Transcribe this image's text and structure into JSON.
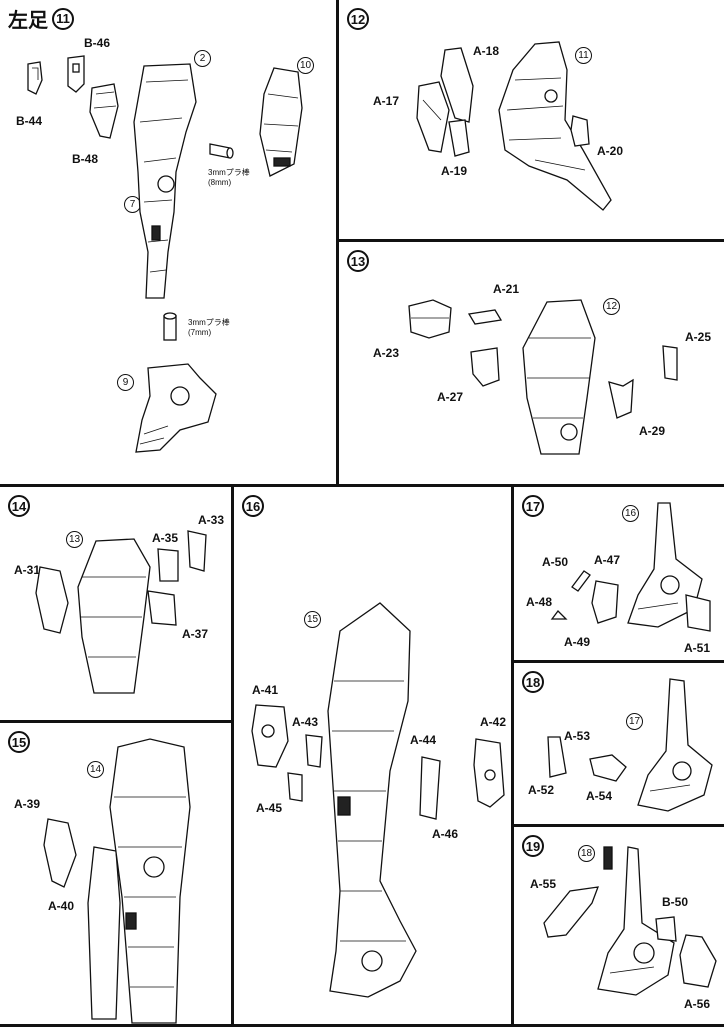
{
  "title": {
    "text": "左足",
    "step": "11"
  },
  "panel11": {
    "parts": [
      "B-46",
      "B-44",
      "B-48"
    ],
    "refs": [
      "2",
      "10",
      "7",
      "9"
    ],
    "rod1": "3mmプラ棒\n(8mm)",
    "rod2": "3mmプラ棒\n(7mm)"
  },
  "panel12": {
    "step": "12",
    "ref": "11",
    "parts": [
      "A-18",
      "A-17",
      "A-19",
      "A-20"
    ]
  },
  "panel13": {
    "step": "13",
    "ref": "12",
    "parts": [
      "A-21",
      "A-23",
      "A-27",
      "A-25",
      "A-29"
    ]
  },
  "panel14": {
    "step": "14",
    "ref": "13",
    "parts": [
      "A-33",
      "A-35",
      "A-31",
      "A-37"
    ]
  },
  "panel15": {
    "step": "15",
    "ref": "14",
    "parts": [
      "A-39",
      "A-40"
    ]
  },
  "panel16": {
    "step": "16",
    "ref": "15",
    "parts": [
      "A-41",
      "A-43",
      "A-45",
      "A-44",
      "A-42",
      "A-46"
    ]
  },
  "panel17": {
    "step": "17",
    "ref": "16",
    "parts": [
      "A-50",
      "A-47",
      "A-48",
      "A-49",
      "A-51"
    ]
  },
  "panel18": {
    "step": "18",
    "ref": "17",
    "parts": [
      "A-53",
      "A-52",
      "A-54"
    ]
  },
  "panel19": {
    "step": "19",
    "ref": "18",
    "parts": [
      "A-55",
      "B-50",
      "A-56"
    ]
  }
}
